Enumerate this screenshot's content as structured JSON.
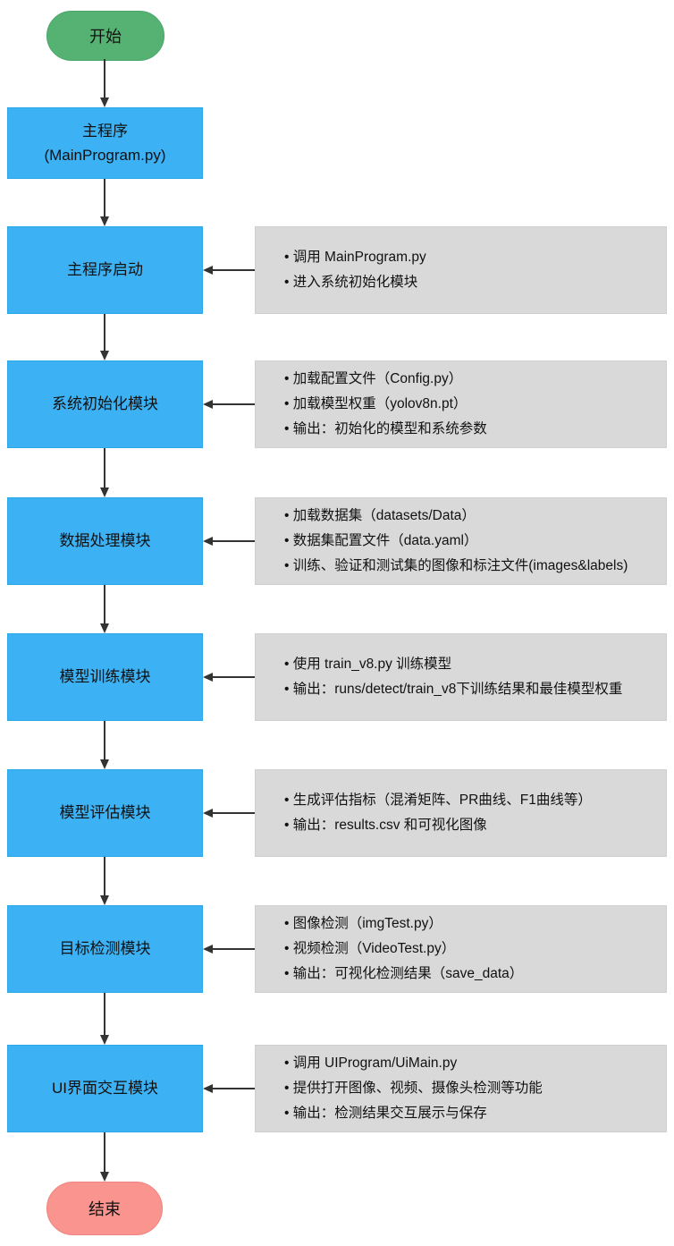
{
  "diagram": {
    "start": {
      "label": "开始"
    },
    "end": {
      "label": "结束"
    },
    "main_program": {
      "label": "主程序",
      "sublabel": "(MainProgram.py)"
    },
    "steps": [
      {
        "label": "主程序启动",
        "notes": [
          "调用 MainProgram.py",
          "进入系统初始化模块"
        ]
      },
      {
        "label": "系统初始化模块",
        "notes": [
          "加载配置文件（Config.py）",
          "加载模型权重（yolov8n.pt）",
          "输出：初始化的模型和系统参数"
        ]
      },
      {
        "label": "数据处理模块",
        "notes": [
          "加载数据集（datasets/Data）",
          "数据集配置文件（data.yaml）",
          "训练、验证和测试集的图像和标注文件(images&labels)"
        ]
      },
      {
        "label": "模型训练模块",
        "notes": [
          "使用 train_v8.py 训练模型",
          "输出：runs/detect/train_v8下训练结果和最佳模型权重"
        ]
      },
      {
        "label": "模型评估模块",
        "notes": [
          "生成评估指标（混淆矩阵、PR曲线、F1曲线等）",
          "输出：results.csv 和可视化图像"
        ]
      },
      {
        "label": "目标检测模块",
        "notes": [
          "图像检测（imgTest.py）",
          "视频检测（VideoTest.py）",
          "输出：可视化检测结果（save_data）"
        ]
      },
      {
        "label": "UI界面交互模块",
        "notes": [
          "调用 UIProgram/UiMain.py",
          "提供打开图像、视频、摄像头检测等功能",
          "输出：检测结果交互展示与保存"
        ]
      }
    ],
    "colors": {
      "process_fill": "#3CB1F3",
      "start_fill": "#55B272",
      "end_fill": "#FA948E",
      "note_fill": "#D9D9D9",
      "arrow": "#333333"
    }
  }
}
